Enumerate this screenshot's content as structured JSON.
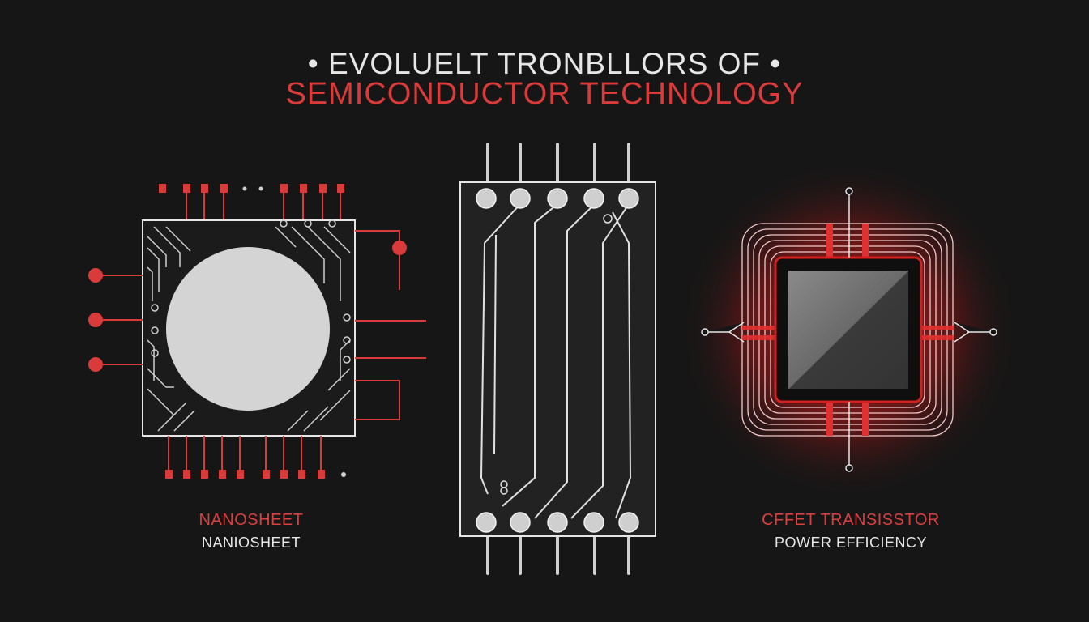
{
  "header": {
    "line1": "• EVOLUELT TRONBLLORS OF •",
    "line2": "SEMICONDUCTOR TECHNOLOGY"
  },
  "panels": [
    {
      "title": "NANOSHEET",
      "subtitle": "NANIOSHEET"
    },
    {
      "title": "",
      "subtitle": ""
    },
    {
      "title": "CFFET TRANSISSTOR",
      "subtitle": "POWER EFFICIENCY"
    }
  ],
  "colors": {
    "background": "#161616",
    "accent_red": "#d93a3a",
    "line_white": "#e6e6e6",
    "chip_fill": "#2a2a2a"
  }
}
